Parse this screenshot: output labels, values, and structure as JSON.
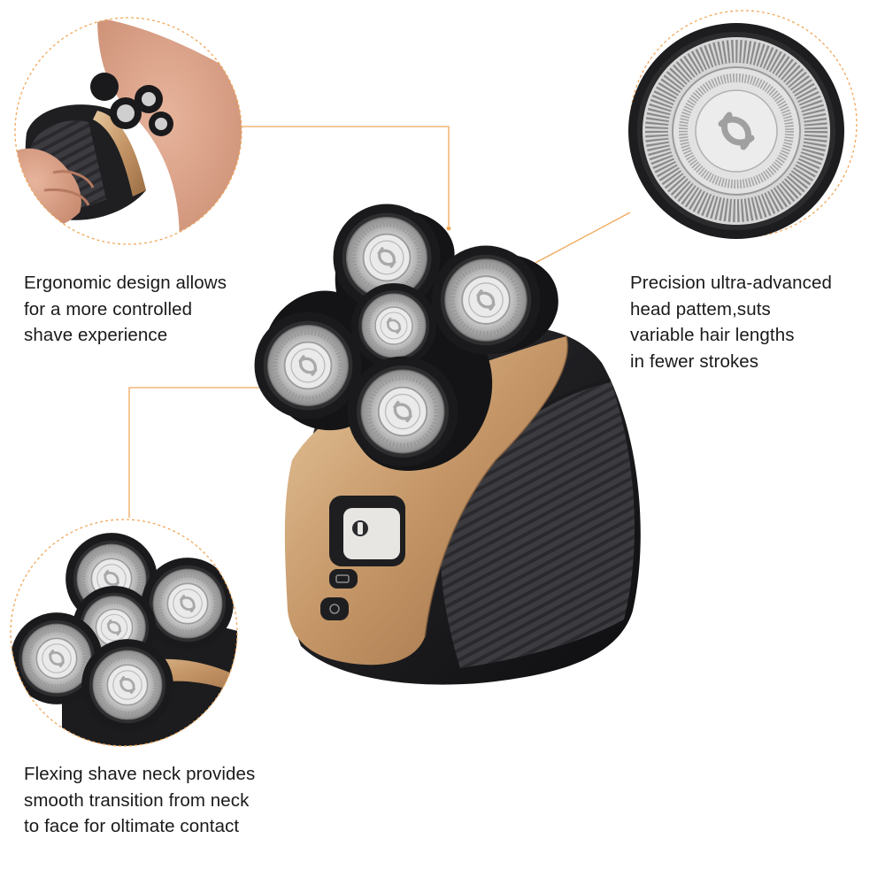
{
  "colors": {
    "callout_line": "#f0a85a",
    "gold": "#c9a071",
    "body_black": "#1c1c1e",
    "grip_gray": "#3a3a3e",
    "foil_silver": "#d8d8d8",
    "caption_text": "#1a1a1a",
    "background": "#ffffff"
  },
  "illustration": {
    "subject": "five-head rotary electric shaver",
    "icons": [
      "shaver-head-icon",
      "power-button-icon",
      "battery-led-icon",
      "charge-port-icon"
    ]
  },
  "callouts": {
    "ergonomic": {
      "lines": [
        "Ergonomic design allows",
        "for a more controlled",
        "shave experience"
      ]
    },
    "precision": {
      "lines": [
        "Precision ultra-advanced",
        "head pattem,suts",
        "variable hair lengths",
        "in fewer strokes"
      ]
    },
    "flexing": {
      "lines": [
        "Flexing shave neck provides",
        "smooth transition from neck",
        "to face for oltimate contact"
      ]
    }
  }
}
